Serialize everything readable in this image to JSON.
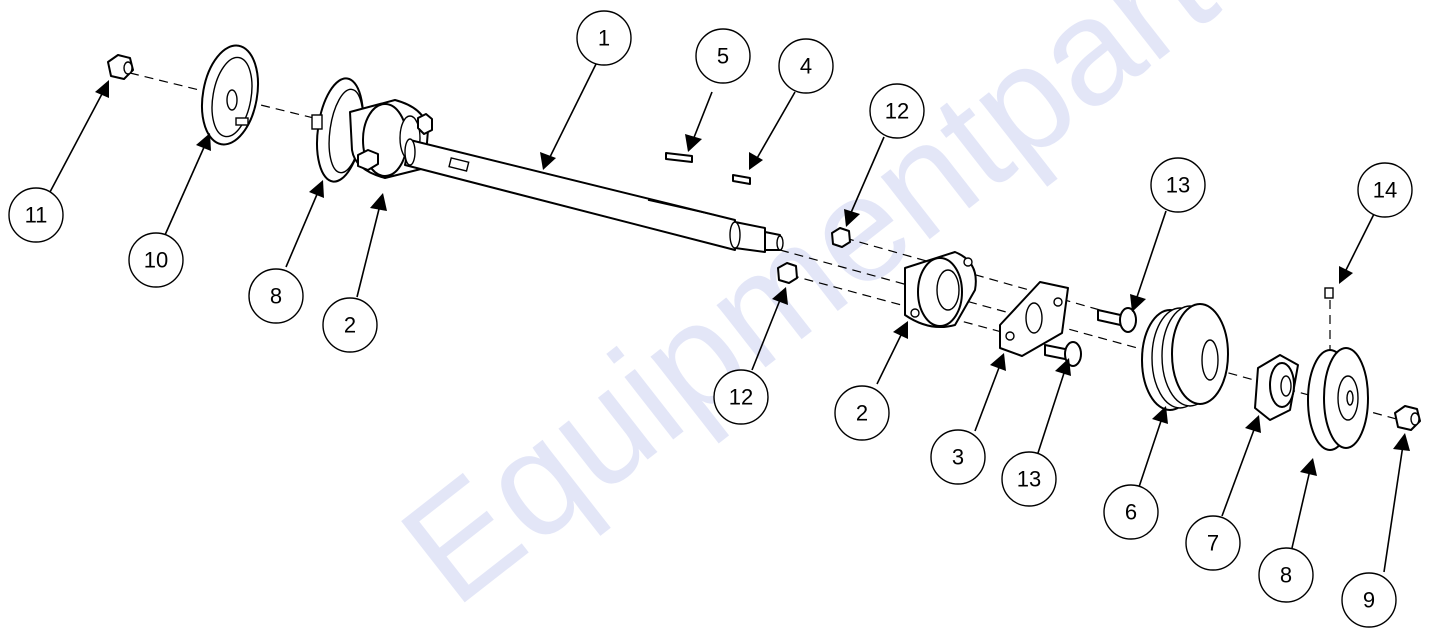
{
  "watermark": "Equipmentparts.com",
  "callouts": [
    {
      "id": "c1",
      "label": "1"
    },
    {
      "id": "c2a",
      "label": "2"
    },
    {
      "id": "c2b",
      "label": "2"
    },
    {
      "id": "c3",
      "label": "3"
    },
    {
      "id": "c4",
      "label": "4"
    },
    {
      "id": "c5",
      "label": "5"
    },
    {
      "id": "c6",
      "label": "6"
    },
    {
      "id": "c7",
      "label": "7"
    },
    {
      "id": "c8a",
      "label": "8"
    },
    {
      "id": "c8b",
      "label": "8"
    },
    {
      "id": "c9",
      "label": "9"
    },
    {
      "id": "c10",
      "label": "10"
    },
    {
      "id": "c11",
      "label": "11"
    },
    {
      "id": "c12a",
      "label": "12"
    },
    {
      "id": "c12b",
      "label": "12"
    },
    {
      "id": "c13a",
      "label": "13"
    },
    {
      "id": "c13b",
      "label": "13"
    },
    {
      "id": "c14",
      "label": "14"
    }
  ],
  "colors": {
    "line": "#000000",
    "watermark": "#2f46c9",
    "background": "#ffffff"
  }
}
